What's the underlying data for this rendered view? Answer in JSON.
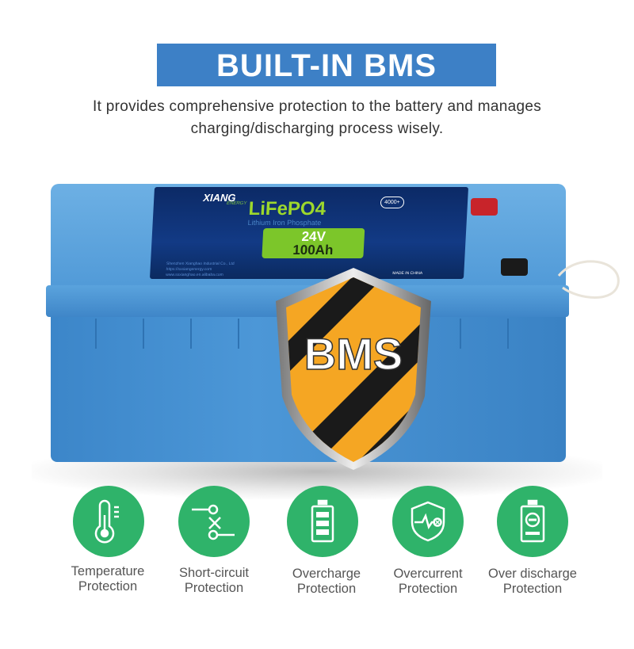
{
  "header": {
    "title": "BUILT-IN BMS",
    "subtitle_line1": "It provides comprehensive protection to the battery and manages",
    "subtitle_line2": "charging/discharging process wisely."
  },
  "battery_label": {
    "brand": "XIANG",
    "brand_sub": "ENERGY",
    "chemistry": "LiFePO4",
    "chemistry_full": "Lithium Iron Phosphate",
    "voltage": "24V",
    "capacity": "100Ah",
    "cycles": "4000+",
    "company": "Shenzhen Xianghao Industrial Co., Ltd",
    "website1": "https://sxxiangenergy.com",
    "website2": "www.sxxianghao.en.alibaba.com",
    "origin": "MADE IN CHINA"
  },
  "shield_text": "BMS",
  "features": [
    {
      "line1": "Temperature",
      "line2": "Protection",
      "icon": "thermometer-icon"
    },
    {
      "line1": "Short-circuit",
      "line2": "Protection",
      "icon": "switch-icon"
    },
    {
      "line1": "Overcharge",
      "line2": "Protection",
      "icon": "battery-full-icon"
    },
    {
      "line1": "Overcurrent",
      "line2": "Protection",
      "icon": "shield-pulse-icon"
    },
    {
      "line1": "Over discharge",
      "line2": "Protection",
      "icon": "battery-minus-icon"
    }
  ],
  "colors": {
    "banner": "#3d80c6",
    "feature_green": "#2fb36a",
    "battery_blue": "#4d97d6"
  }
}
